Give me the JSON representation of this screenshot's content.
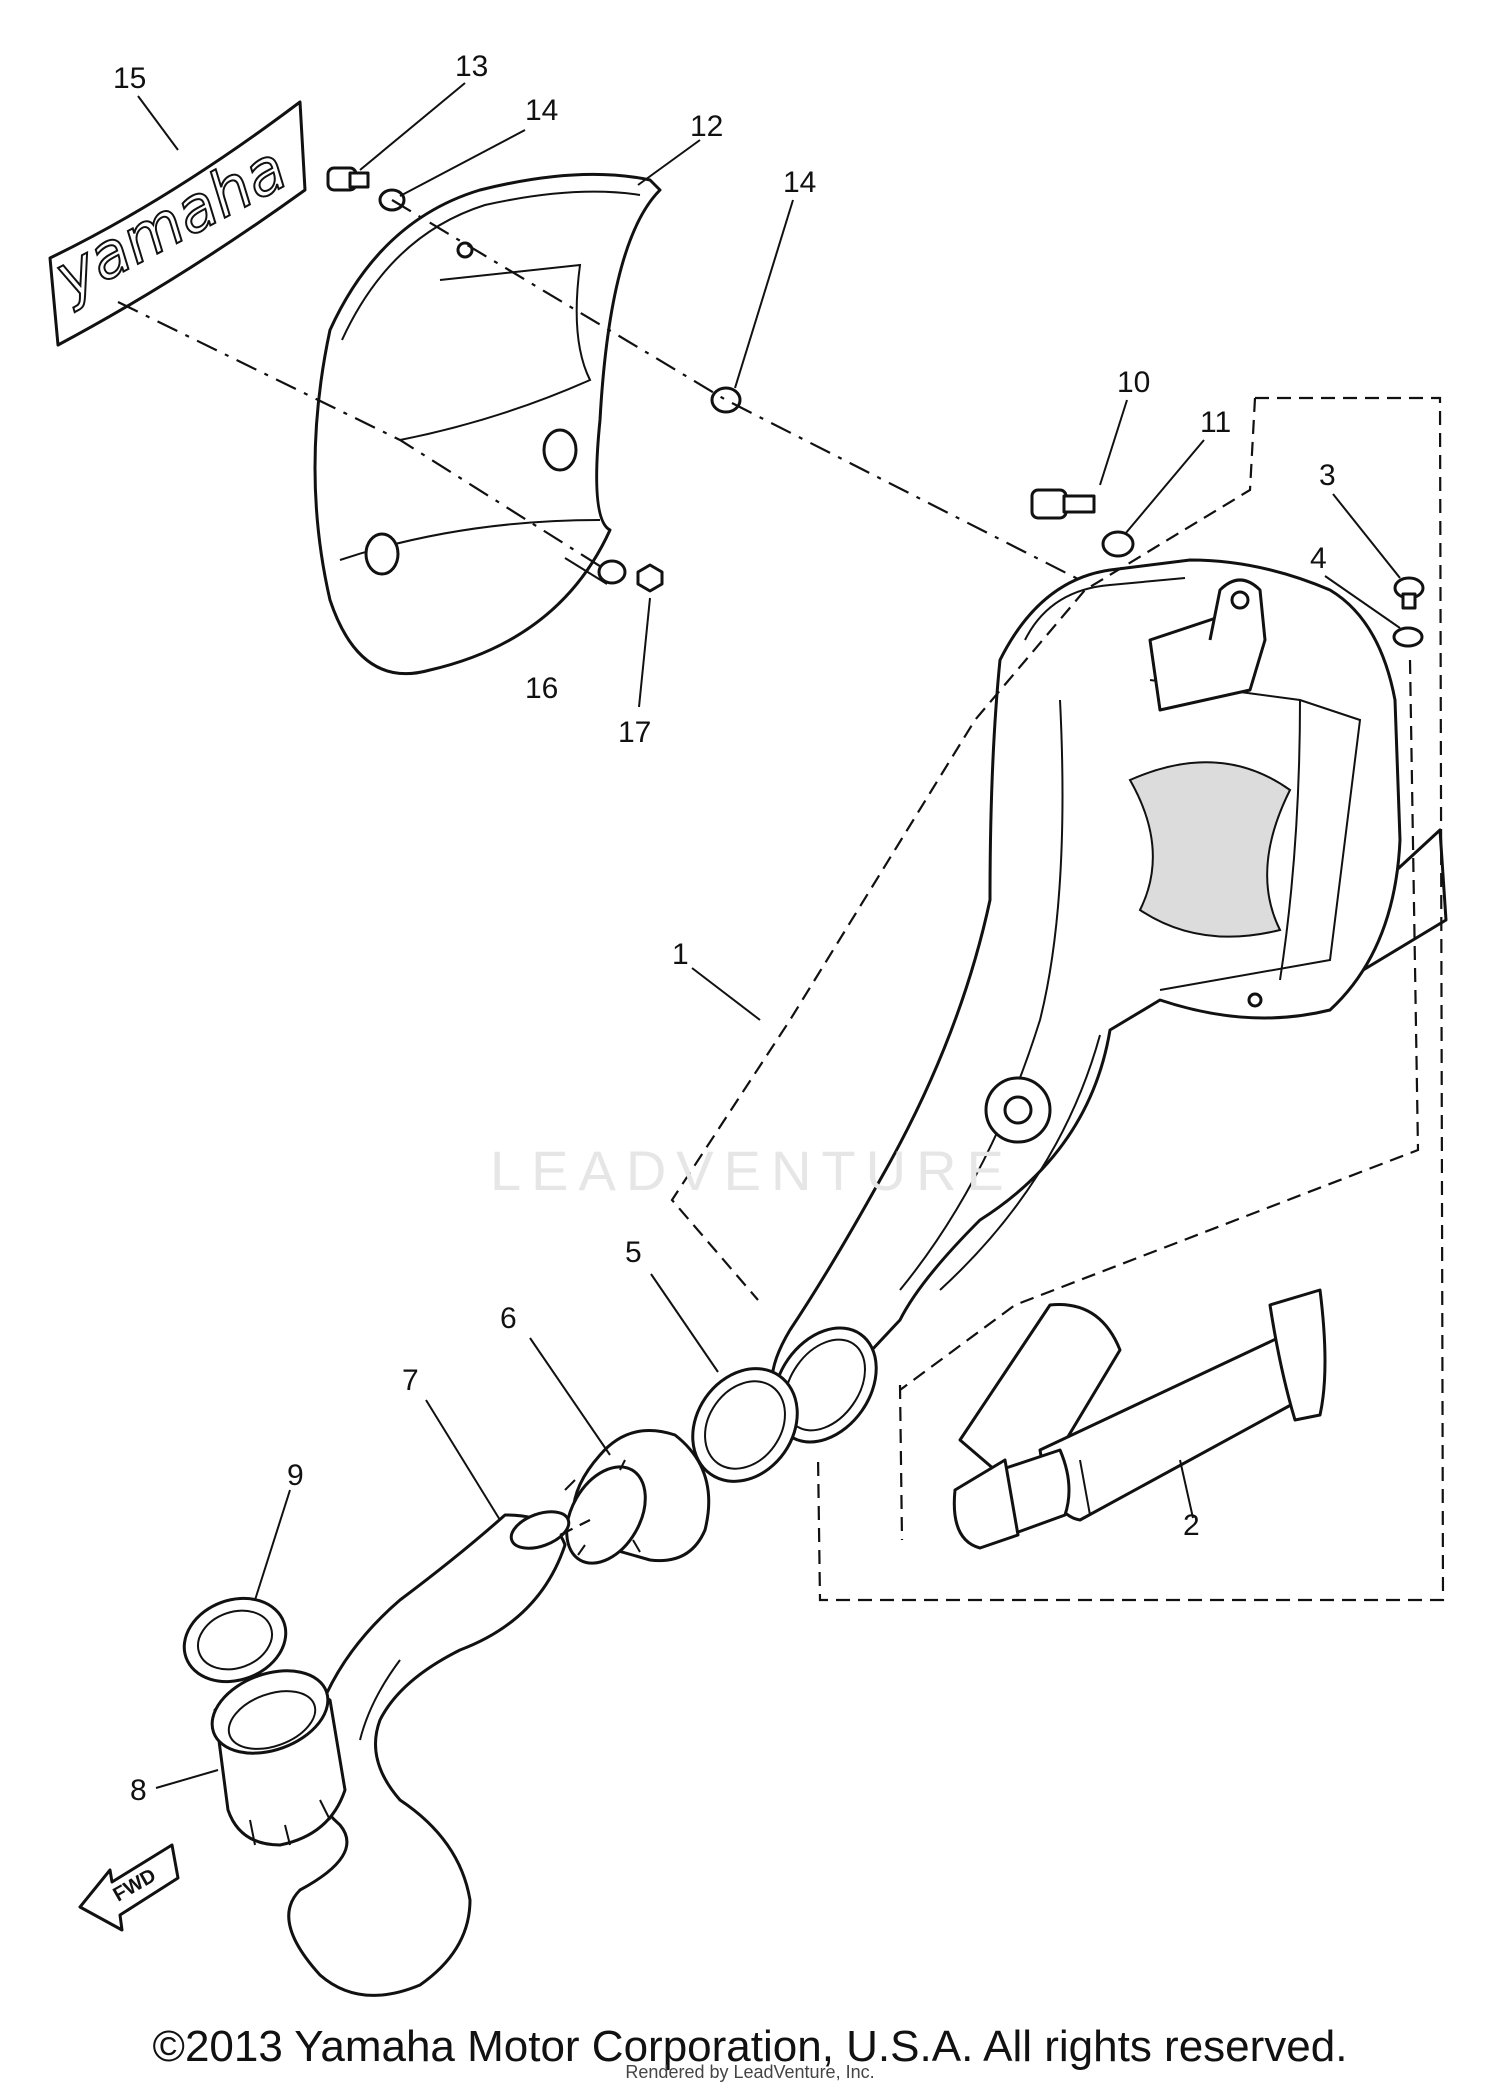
{
  "callouts": {
    "c1": "1",
    "c2": "2",
    "c3": "3",
    "c4": "4",
    "c5": "5",
    "c6": "6",
    "c7": "7",
    "c8": "8",
    "c9": "9",
    "c10": "10",
    "c11": "11",
    "c12": "12",
    "c13": "13",
    "c14a": "14",
    "c14b": "14",
    "c15": "15",
    "c16": "16",
    "c17": "17"
  },
  "plate_logo": "yamaha",
  "fwd_label": "FWD",
  "watermark": "LEADVENTURE",
  "footer": {
    "copyright": "©2013 Yamaha Motor Corporation, U.S.A. All rights reserved.",
    "rendered_by": "Rendered by LeadVenture, Inc."
  }
}
